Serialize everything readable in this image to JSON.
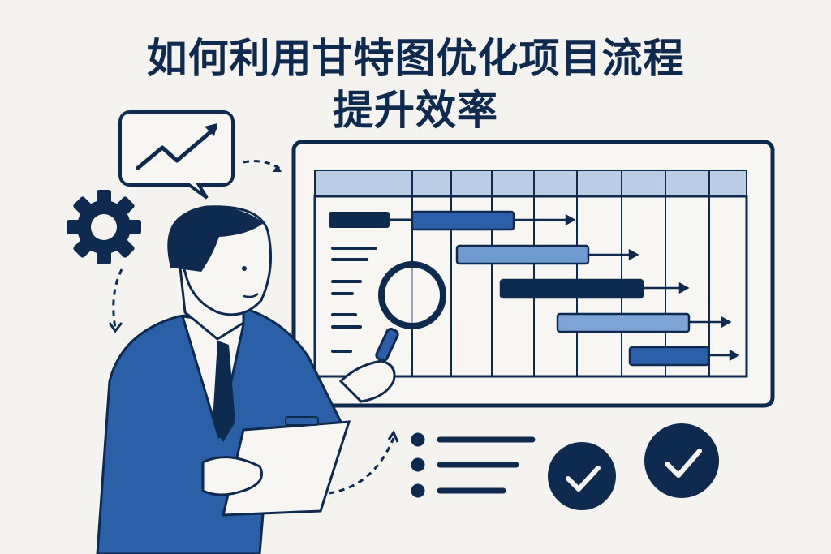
{
  "title": {
    "line1": "如何利用甘特图优化项目流程",
    "line2": "提升效率"
  },
  "colors": {
    "navy": "#0f2a4f",
    "blue": "#2b5fa8",
    "light_blue": "#7ea5d6",
    "header_blue": "#b9cde4",
    "background": "#f4f3f0"
  },
  "icons": [
    "trend-up-speech-bubble-icon",
    "gear-icon",
    "magnifier-icon",
    "clipboard-icon",
    "checklist-icon",
    "check-circle-icon",
    "check-circle-icon"
  ],
  "gantt": {
    "columns": 8,
    "tasks": [
      {
        "label_bar": true,
        "start_col": 0,
        "span": 2.5,
        "color": "blue"
      },
      {
        "start_col": 1.4,
        "span": 3.2,
        "color": "light_blue"
      },
      {
        "start_col": 2.2,
        "span": 3.4,
        "color": "navy"
      },
      {
        "start_col": 3.5,
        "span": 3.2,
        "color": "light_blue"
      },
      {
        "start_col": 5.2,
        "span": 1.9,
        "color": "blue"
      }
    ]
  }
}
